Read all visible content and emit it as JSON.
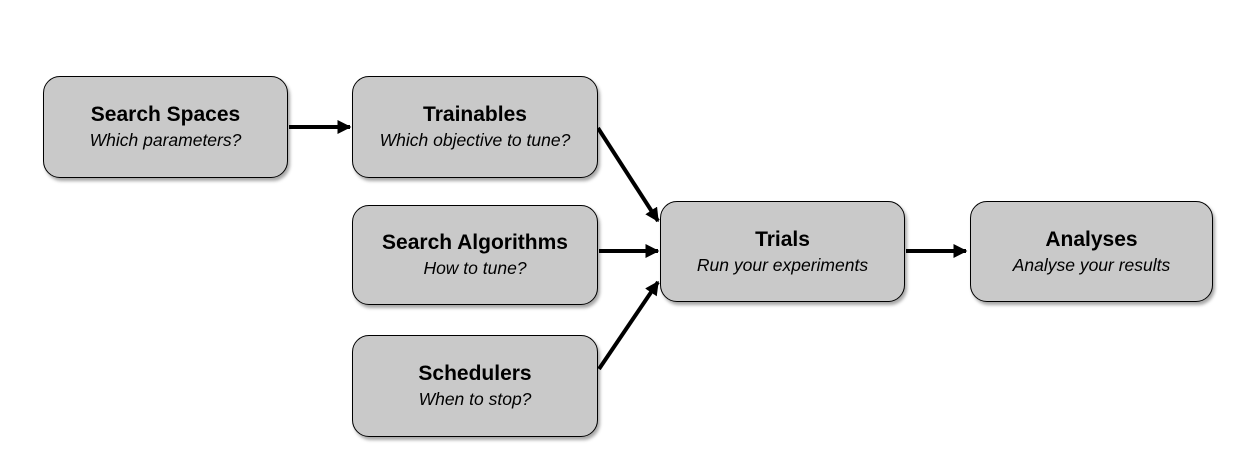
{
  "colors": {
    "bg": "#ffffff",
    "node-fill": "#c9c9c9",
    "node-border": "#000000",
    "arrow": "#000000",
    "text": "#000000"
  },
  "nodes": {
    "search_spaces": {
      "title": "Search Spaces",
      "subtitle": "Which parameters?"
    },
    "trainables": {
      "title": "Trainables",
      "subtitle": "Which objective to tune?"
    },
    "search_algorithms": {
      "title": "Search Algorithms",
      "subtitle": "How to tune?"
    },
    "schedulers": {
      "title": "Schedulers",
      "subtitle": "When to stop?"
    },
    "trials": {
      "title": "Trials",
      "subtitle": "Run your experiments"
    },
    "analyses": {
      "title": "Analyses",
      "subtitle": "Analyse your results"
    }
  },
  "edges": [
    {
      "from": "Search Spaces",
      "to": "Trials",
      "via": "Trainables"
    },
    {
      "from": "Trainables",
      "to": "Trials"
    },
    {
      "from": "Search Algorithms",
      "to": "Trials"
    },
    {
      "from": "Schedulers",
      "to": "Trials"
    },
    {
      "from": "Trials",
      "to": "Analyses"
    }
  ]
}
